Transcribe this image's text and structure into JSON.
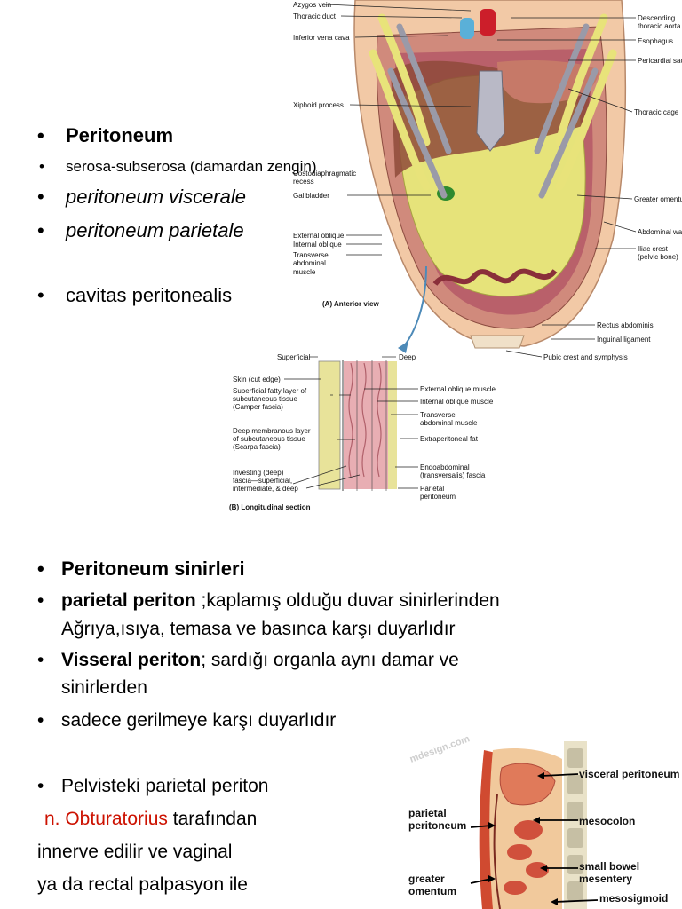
{
  "slide_top": {
    "bullets": [
      {
        "text": "Peritoneum"
      },
      {
        "text": "serosa-subserosa (damardan zengin)"
      },
      {
        "text": "peritoneum viscerale"
      },
      {
        "text": "peritoneum parietale"
      },
      {
        "text": "cavitas peritonealis"
      }
    ]
  },
  "figure_a": {
    "caption": "(A) Anterior view",
    "labels_left": [
      "Azygos vein",
      "Thoracic duct",
      "Inferior vena cava",
      "Xiphoid process",
      "Costodiaphragmatic",
      "recess",
      "Gallbladder",
      "External oblique",
      "Internal oblique",
      "Transverse",
      "abdominal",
      "muscle"
    ],
    "labels_right": [
      "Descending",
      "thoracic aorta",
      "Esophagus",
      "Pericardial sac",
      "Thoracic cage",
      "Greater omentum",
      "Abdominal wall",
      "Iliac crest",
      "(pelvic bone)",
      "Rectus abdominis",
      "Inguinal ligament",
      "Pubic crest and symphysis"
    ]
  },
  "figure_b": {
    "caption": "(B) Longitudinal section",
    "superficial": "Superficial",
    "deep": "Deep",
    "labels_left": [
      "Skin (cut edge)",
      "Superficial fatty layer of",
      "subcutaneous tissue",
      "(Camper fascia)",
      "Deep membranous layer",
      "of subcutaneous tissue",
      "(Scarpa fascia)",
      "Investing (deep)",
      "fascia—superficial,",
      "intermediate, & deep"
    ],
    "labels_right": [
      "External oblique muscle",
      "Internal oblique muscle",
      "Transverse",
      "abdominal muscle",
      "Extraperitoneal fat",
      "Endoabdominal",
      "(transversalis) fascia",
      "Parietal",
      "peritoneum"
    ]
  },
  "slide_bottom": {
    "b1": "Peritoneum sinirleri",
    "b2_bold": "parietal periton",
    "b2_rest": " ;kaplamış olduğu duvar sinirlerinden",
    "b2_line2": "Ağrıya,ısıya, temasa ve basınca karşı duyarlıdır",
    "b3_bold": "Visseral periton",
    "b3_rest": "; sardığı organla aynı damar ve",
    "b3_line2": "sinirlerden",
    "b4": "sadece gerilmeye karşı duyarlıdır",
    "b5": "Pelvisteki parietal periton",
    "line_red": "n. Obturatorius",
    "line_red_rest": " tarafından",
    "line3": "innerve edilir ve vaginal",
    "line4": "ya da rectal palpasyon ile"
  },
  "figure_c": {
    "labels": [
      "visceral peritoneum",
      "parietal",
      "peritoneum",
      "mesocolon",
      "small bowel",
      "mesentery",
      "greater",
      "omentum",
      "mesosigmoid"
    ],
    "watermark": "mdesign.com"
  },
  "colors": {
    "red": "#cc1100",
    "omentum": "#e6e37a",
    "muscle": "#e5a9a0",
    "bone": "#b9b9c6"
  }
}
